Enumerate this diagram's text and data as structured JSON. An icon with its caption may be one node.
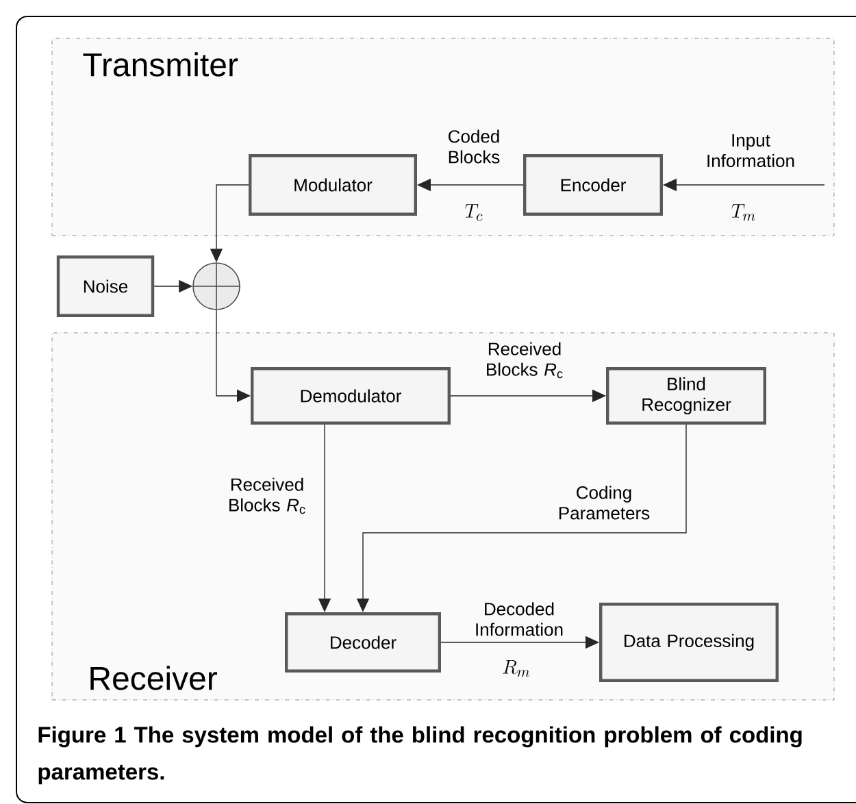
{
  "diagram": {
    "caption": "Figure 1 The system model of the blind recognition problem of coding parameters.",
    "nodes": [
      {
        "text": [
          "Transmiter"
        ]
      },
      {
        "text": [
          "Modulator"
        ],
        "in": 0
      },
      {
        "text": [
          "Encoder"
        ],
        "in": 0
      },
      {
        "text": [
          "Noise"
        ]
      },
      {
        "text": [],
        "shape": "circle"
      },
      {
        "text": [
          "Receiver"
        ]
      },
      {
        "text": [
          "Demodulator"
        ],
        "in": 5
      },
      {
        "text": [
          "Blind Recognizer"
        ],
        "in": 5
      },
      {
        "text": [
          "Decoder"
        ],
        "in": 5
      },
      {
        "text": [
          "Data Processing"
        ],
        "in": 5
      }
    ],
    "edges": [
      {
        "from": null,
        "to": 2,
        "arrow": "to",
        "label": "Input Information"
      },
      {
        "from": 2,
        "to": 1,
        "arrow": "to",
        "label": "Coded Blocks"
      },
      {
        "from": 1,
        "to": 4,
        "arrow": "to"
      },
      {
        "from": 3,
        "to": 4,
        "arrow": "to"
      },
      {
        "from": 4,
        "to": 6,
        "arrow": "to"
      },
      {
        "from": 6,
        "to": 7,
        "arrow": "to",
        "label": "Received Blocks *R*$_{c}$"
      },
      {
        "from": 6,
        "to": 8,
        "arrow": "to",
        "label": "Received Blocks *R*$_{c}$"
      },
      {
        "from": 7,
        "to": 8,
        "arrow": "to",
        "label": "Coding Parameters"
      },
      {
        "from": 8,
        "to": 9,
        "arrow": "to",
        "label": "Decoded Information"
      }
    ],
    "labels": [
      "T_c",
      "T_m",
      "R_m"
    ]
  }
}
